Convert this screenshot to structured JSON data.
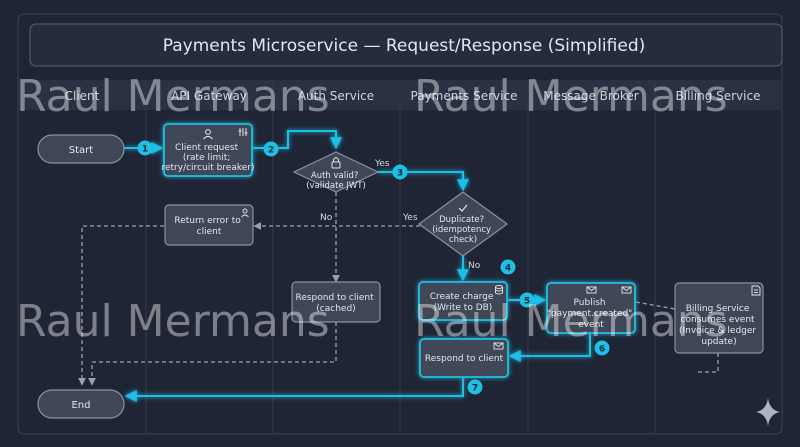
{
  "title": "Payments Microservice — Request/Response (Simplified)",
  "watermark": "Raul Mermans",
  "lanes": [
    "Client",
    "API Gateway",
    "Auth Service",
    "Payments Service",
    "Message Broker",
    "Billing Service"
  ],
  "nodes": {
    "start": "Start",
    "end": "End",
    "client_request": [
      "Client request",
      "(rate limit;",
      "retry/circuit breaker)"
    ],
    "auth_valid": [
      "Auth valid?",
      "(validate JWT)"
    ],
    "duplicate": [
      "Duplicate?",
      "(idempotency",
      "check)"
    ],
    "return_error": [
      "Return error to",
      "client"
    ],
    "respond_cached": [
      "Respond to client",
      "(cached)"
    ],
    "create_charge": [
      "Create charge",
      "(Write to DB)"
    ],
    "publish": [
      "Publish",
      "\"payment.created\"",
      "event"
    ],
    "billing": [
      "Billing Service",
      "consumes event",
      "(Invoice & ledger",
      "update)"
    ],
    "respond_client": "Respond to client"
  },
  "edge_labels": {
    "yes_auth": "Yes",
    "no_auth": "No",
    "yes_dup": "Yes",
    "no_dup": "No"
  },
  "steps": [
    "1",
    "2",
    "3",
    "4",
    "5",
    "6",
    "7"
  ],
  "colors": {
    "accent": "#1ec0e6",
    "node_fill": "#3f4656",
    "bg": "#1f2535"
  }
}
